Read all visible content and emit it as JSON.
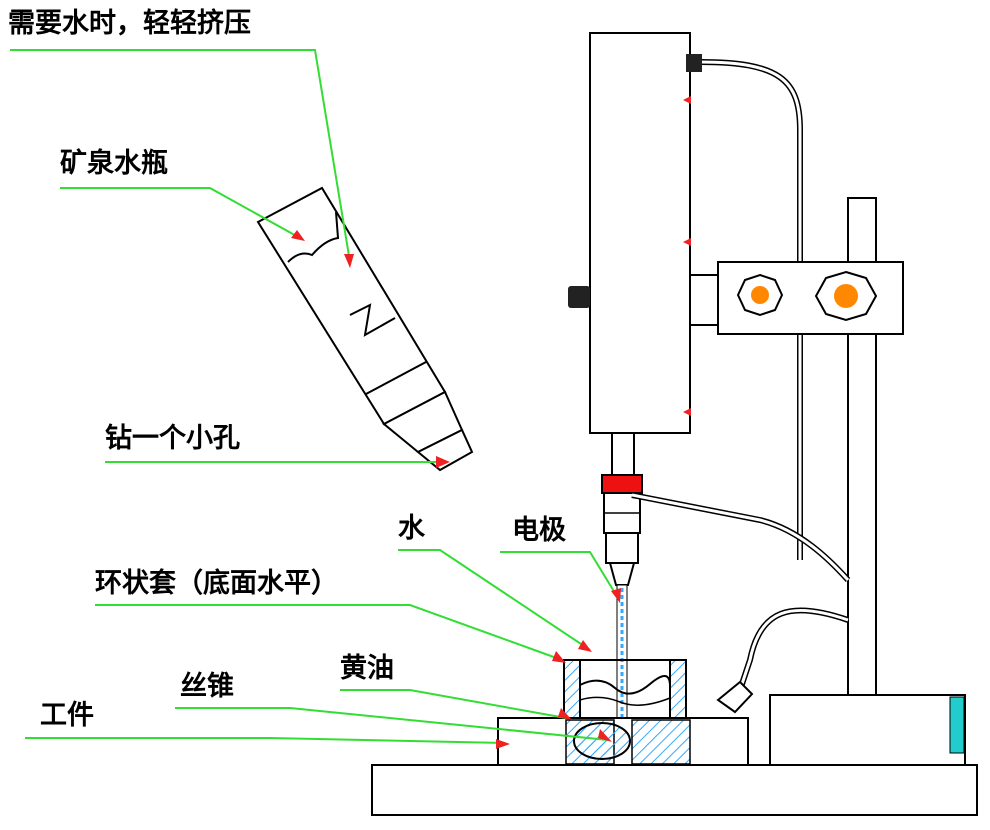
{
  "labels": {
    "squeeze": "需要水时，轻轻挤压",
    "bottle": "矿泉水瓶",
    "drill_hole": "钻一个小孔",
    "water": "水",
    "electrode": "电极",
    "ring": "环状套（底面水平）",
    "grease": "黄油",
    "tap": "丝锥",
    "workpiece": "工件"
  },
  "colors": {
    "leader": "#33dd33",
    "arrow": "#ee2222",
    "outline": "#000000",
    "hatch": "#33aaff",
    "knob": "#ff8800",
    "collar": "#ee1111",
    "water": "#33aaff",
    "edge_cyan": "#22cccc"
  }
}
